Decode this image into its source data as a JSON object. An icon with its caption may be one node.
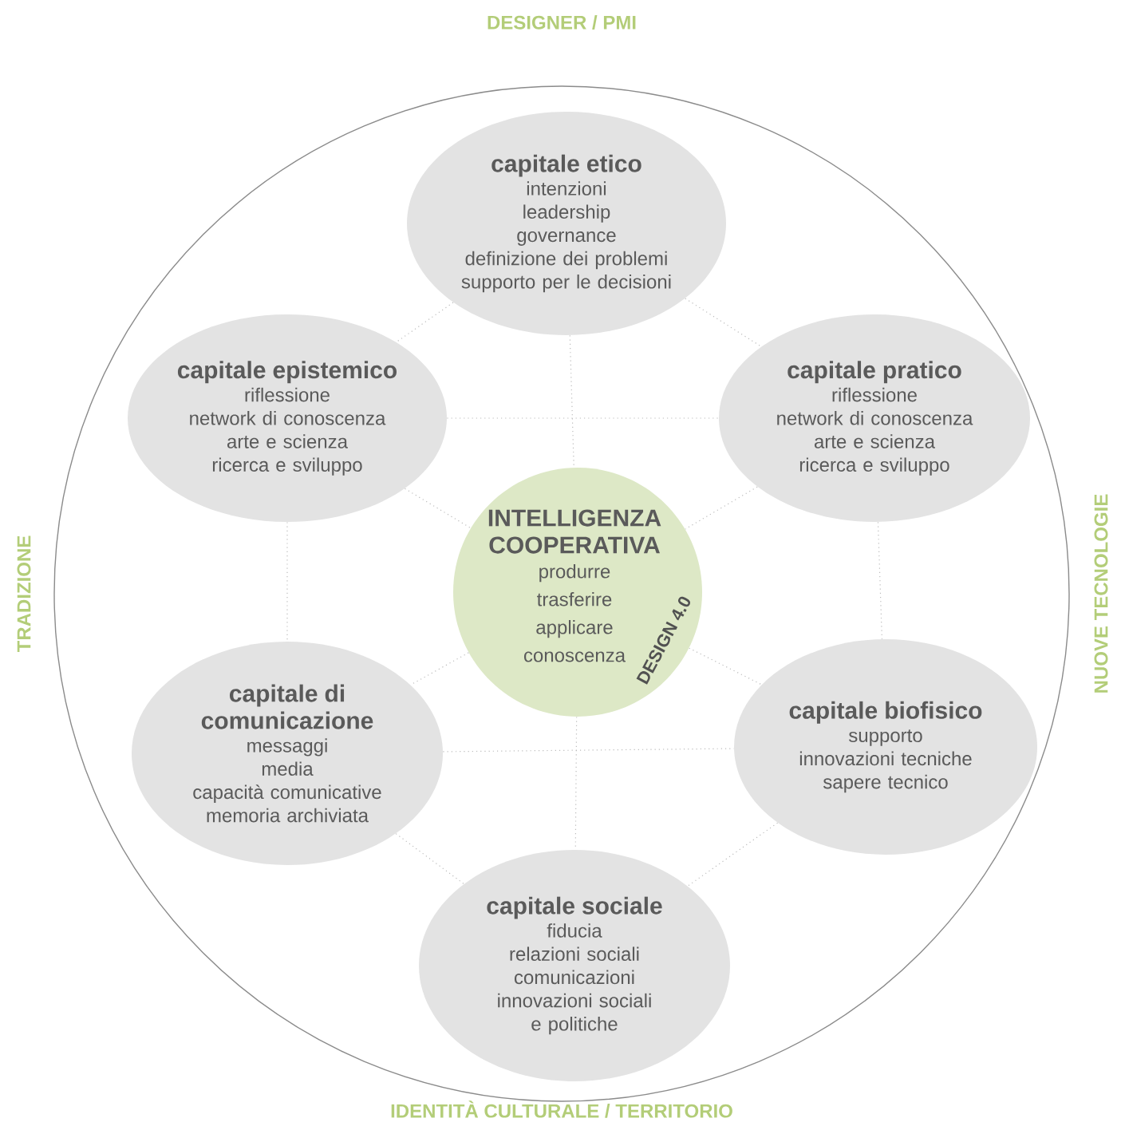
{
  "diagram": {
    "nodes": [
      {
        "text": [
          "DESIGNER / PMI",
          "NUOVE TECNOLOGIE",
          "IDENTITÀ CULTURALE / TERRITORIO",
          "TRADIZIONE"
        ]
      },
      {
        "text": [
          "capitale etico",
          "intenzioni",
          "leadership",
          "governance",
          "definizione dei problemi",
          "supporto per le decisioni"
        ],
        "in": 0
      },
      {
        "text": [
          "capitale epistemico",
          "riflessione",
          "network di conoscenza",
          "arte e scienza",
          "ricerca e sviluppo"
        ],
        "in": 0
      },
      {
        "text": [
          "capitale pratico",
          "riflessione",
          "network di conoscenza",
          "arte e scienza",
          "ricerca e sviluppo"
        ],
        "in": 0
      },
      {
        "text": [
          "INTELLIGENZA COOPERATIVA",
          "produrre",
          "trasferire",
          "applicare",
          "conoscenza",
          "DESIGN 4.0"
        ],
        "in": 0
      },
      {
        "text": [
          "capitale di comunicazione",
          "messaggi",
          "media",
          "capacità comunicative",
          "memoria archiviata"
        ],
        "in": 0
      },
      {
        "text": [
          "capitale biofisico",
          "supporto",
          "innovazioni tecniche",
          "sapere tecnico"
        ],
        "in": 0
      },
      {
        "text": [
          "capitale sociale",
          "fiducia",
          "relazioni sociali",
          "comunicazioni",
          "innovazioni sociali",
          "e politiche"
        ],
        "in": 0
      }
    ],
    "edges": [
      {
        "from": 1,
        "to": 2,
        "arrow": "none"
      },
      {
        "from": 1,
        "to": 3,
        "arrow": "none"
      },
      {
        "from": 1,
        "to": 4,
        "arrow": "none"
      },
      {
        "from": 2,
        "to": 3,
        "arrow": "none"
      },
      {
        "from": 2,
        "to": 4,
        "arrow": "none"
      },
      {
        "from": 3,
        "to": 4,
        "arrow": "none"
      },
      {
        "from": 2,
        "to": 5,
        "arrow": "none"
      },
      {
        "from": 3,
        "to": 6,
        "arrow": "none"
      },
      {
        "from": 4,
        "to": 5,
        "arrow": "none"
      },
      {
        "from": 4,
        "to": 6,
        "arrow": "none"
      },
      {
        "from": 5,
        "to": 6,
        "arrow": "none"
      },
      {
        "from": 4,
        "to": 7,
        "arrow": "none"
      },
      {
        "from": 5,
        "to": 7,
        "arrow": "none"
      },
      {
        "from": 6,
        "to": 7,
        "arrow": "none"
      }
    ]
  }
}
